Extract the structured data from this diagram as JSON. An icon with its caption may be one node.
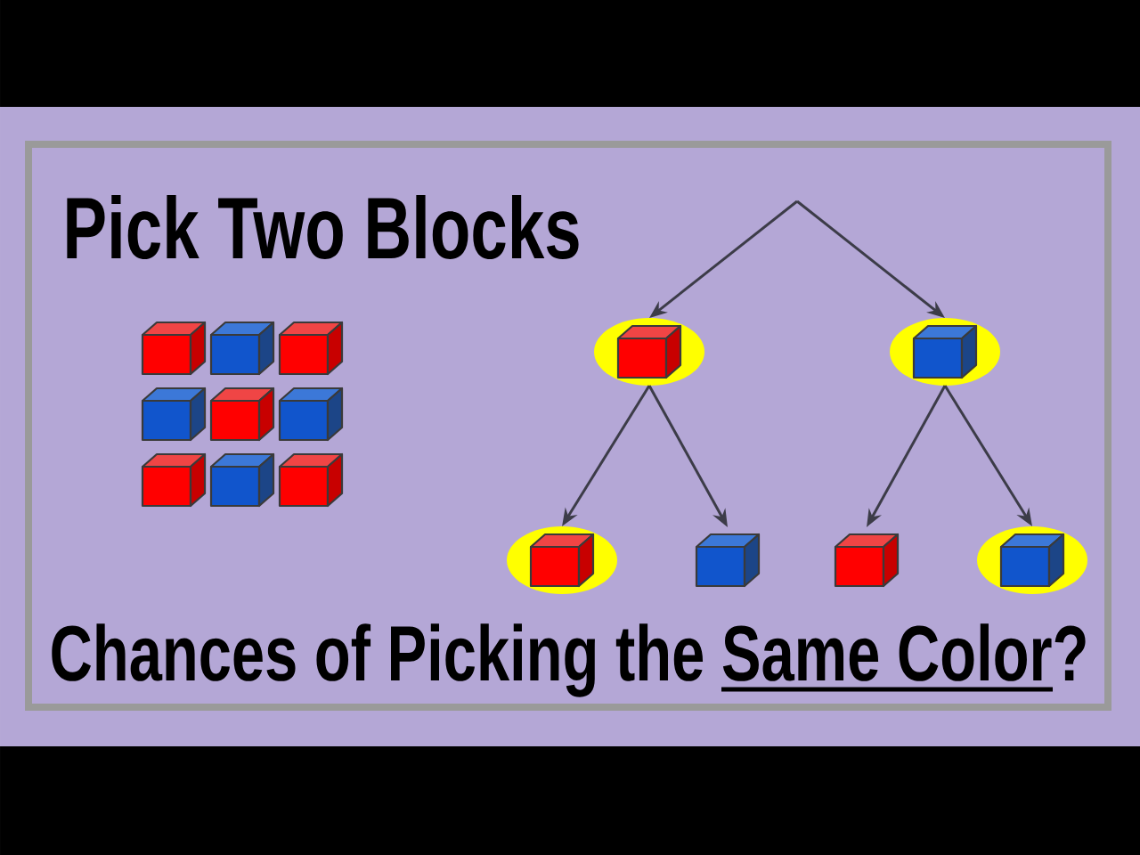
{
  "diagram": {
    "title": "Pick Two Blocks",
    "caption": "Chances of Picking the Same Color?",
    "nodes": [
      {
        "text": [],
        "shape": "cube"
      },
      {
        "text": [],
        "shape": "cube"
      },
      {
        "text": [],
        "shape": "cube"
      },
      {
        "text": [],
        "shape": "cube"
      },
      {
        "text": [],
        "shape": "cube"
      },
      {
        "text": [],
        "shape": "cube"
      }
    ],
    "edges": [
      {
        "from": null,
        "to": 0,
        "arrow": "to"
      },
      {
        "from": null,
        "to": 1,
        "arrow": "to"
      },
      {
        "from": 0,
        "to": 2,
        "arrow": "to"
      },
      {
        "from": 0,
        "to": 3,
        "arrow": "to"
      },
      {
        "from": 1,
        "to": 4,
        "arrow": "to"
      },
      {
        "from": 1,
        "to": 5,
        "arrow": "to"
      }
    ]
  }
}
